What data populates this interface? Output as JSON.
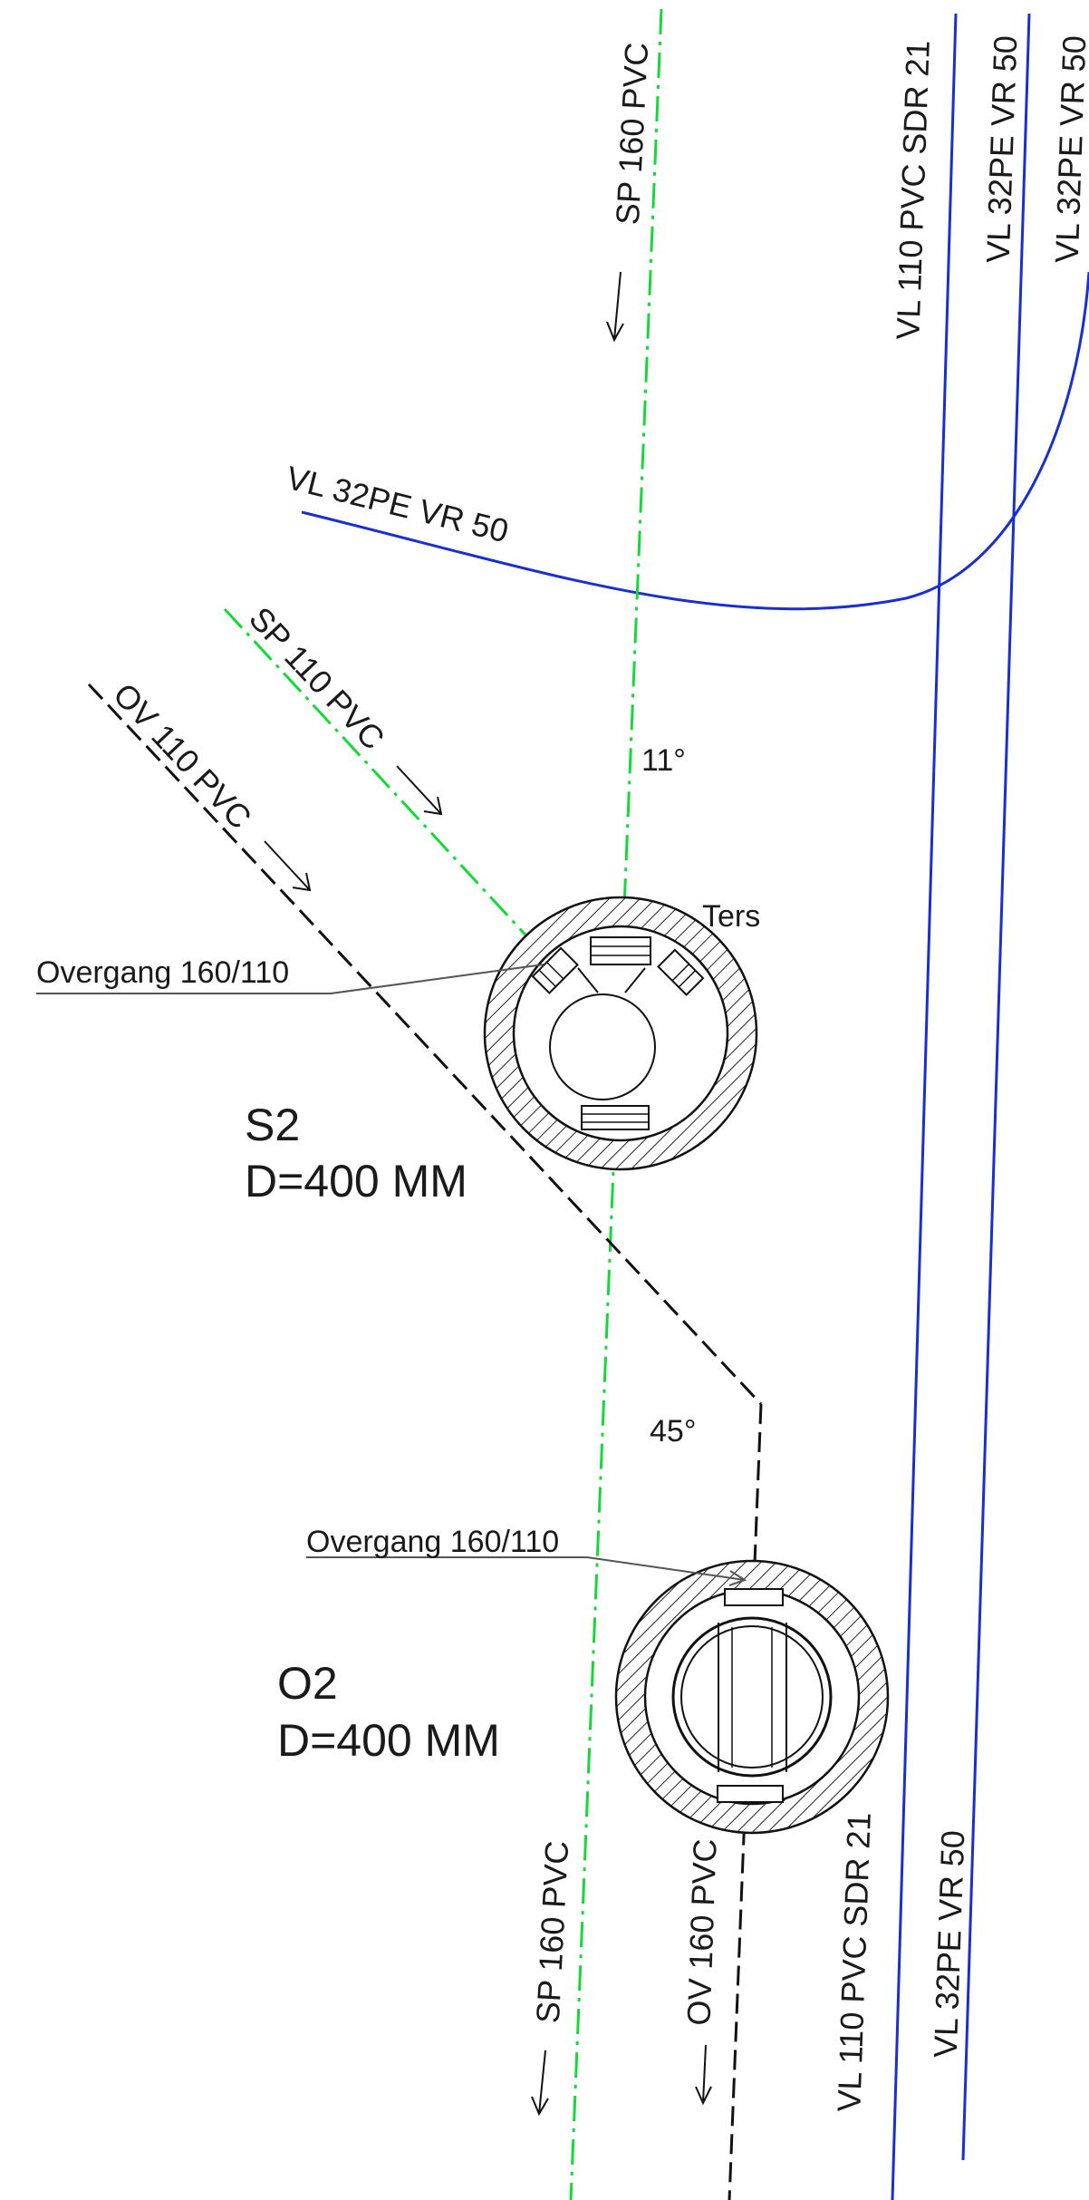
{
  "labels": {
    "sp160_top": "SP 160 PVC",
    "sp160_bottom": "SP 160 PVC",
    "vl110_top": "VL 110 PVC SDR 21",
    "vl110_bottom": "VL 110 PVC SDR 21",
    "vl32_top_a": "VL 32PE VR 50",
    "vl32_top_b": "VL 32PE VR 50",
    "vl32_curve": "VL 32PE VR 50",
    "vl32_bottom": "VL 32PE VR 50",
    "sp110": "SP 110 PVC",
    "ov110": "OV 110 PVC",
    "ov160": "OV 160 PVC",
    "angle_11": "11°",
    "angle_45": "45°",
    "ters": "Ters",
    "overgang_s2": "Overgang 160/110",
    "overgang_o2": "Overgang 160/110",
    "s2_name": "S2",
    "s2_dia": "D=400 MM",
    "o2_name": "O2",
    "o2_dia": "D=400 MM"
  },
  "colors": {
    "water_line": "#1a2fd0",
    "storm_pipe": "#16d83a",
    "sewer_pipe": "#111111",
    "leader": "#555555",
    "hatch": "#222222"
  }
}
